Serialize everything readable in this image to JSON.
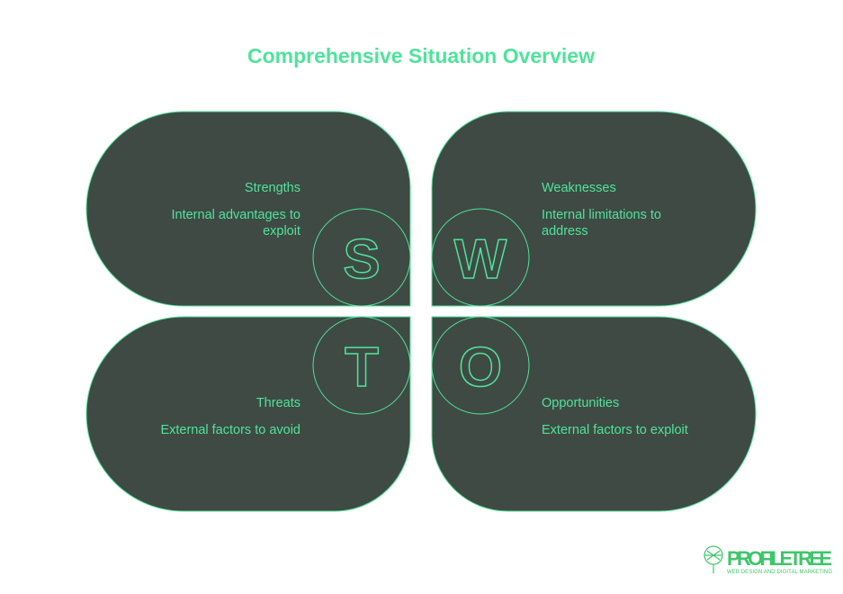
{
  "title": "Comprehensive Situation Overview",
  "colors": {
    "accent": "#4fe39b",
    "tile": "#3f4a44",
    "logo": "#3fc66b"
  },
  "quadrants": [
    {
      "letter": "S",
      "heading": "Strengths",
      "desc_lines": [
        "Internal advantages to",
        "exploit"
      ]
    },
    {
      "letter": "W",
      "heading": "Weaknesses",
      "desc_lines": [
        "Internal limitations to",
        "address"
      ]
    },
    {
      "letter": "T",
      "heading": "Threats",
      "desc_lines": [
        "External factors to avoid"
      ]
    },
    {
      "letter": "O",
      "heading": "Opportunities",
      "desc_lines": [
        "External factors to exploit"
      ]
    }
  ],
  "logo": {
    "name": "PROFILETREE",
    "tagline": "WEB DESIGN AND DIGITAL MARKETING"
  }
}
